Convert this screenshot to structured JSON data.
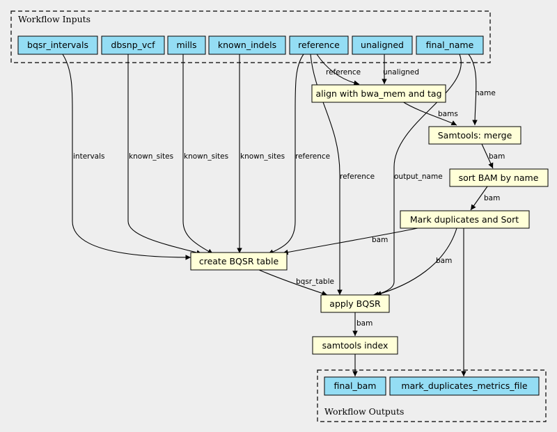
{
  "clusters": {
    "inputs": "Workflow Inputs",
    "outputs": "Workflow Outputs"
  },
  "inputs": {
    "bqsr_intervals": "bqsr_intervals",
    "dbsnp_vcf": "dbsnp_vcf",
    "mills": "mills",
    "known_indels": "known_indels",
    "reference": "reference",
    "unaligned": "unaligned",
    "final_name": "final_name"
  },
  "steps": {
    "align": "align with bwa_mem and tag",
    "merge": "Samtools: merge",
    "sort": "sort BAM by name",
    "markdup": "Mark duplicates and Sort",
    "bqsr_table": "create BQSR table",
    "apply_bqsr": "apply BQSR",
    "index": "samtools index"
  },
  "outputs": {
    "final_bam": "final_bam",
    "metrics": "mark_duplicates_metrics_file"
  },
  "edge_labels": {
    "intervals": "intervals",
    "known_sites": "known_sites",
    "reference": "reference",
    "unaligned": "unaligned",
    "name": "name",
    "bams": "bams",
    "bam": "bam",
    "output_name": "output_name",
    "bqsr_table": "bqsr_table"
  },
  "colors": {
    "input_fill": "#94ddf4",
    "step_fill": "#ffffd8",
    "background": "#eeeeee"
  }
}
